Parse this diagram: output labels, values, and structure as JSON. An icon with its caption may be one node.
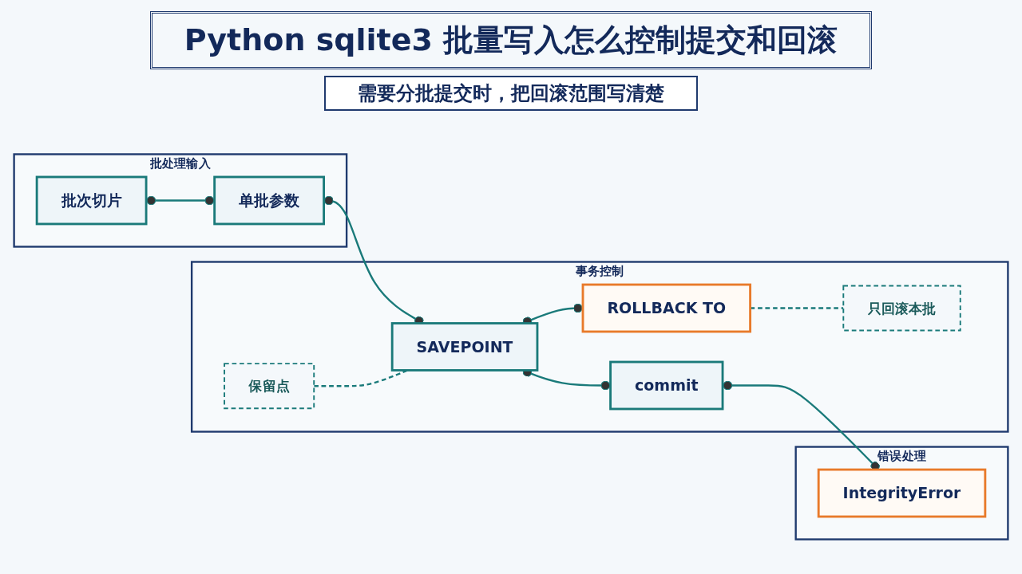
{
  "diagram": {
    "title": "Python sqlite3 批量写入怎么控制提交和回滚",
    "nodes": [
      {
        "text": [
          "批处理输入"
        ]
      },
      {
        "text": [
          "批次切片"
        ],
        "in": 0
      },
      {
        "text": [
          "单批参数"
        ],
        "in": 0
      },
      {
        "text": [
          "事务控制"
        ]
      },
      {
        "text": [
          "保留点"
        ],
        "in": 3
      },
      {
        "text": [
          "SAVEPOINT"
        ],
        "in": 3
      },
      {
        "text": [
          "ROLLBACK TO"
        ],
        "in": 3
      },
      {
        "text": [
          "commit"
        ],
        "in": 3
      },
      {
        "text": [
          "只回滚本批"
        ],
        "in": 3
      },
      {
        "text": [
          "错误处理"
        ]
      },
      {
        "text": [
          "IntegrityError"
        ],
        "in": 9
      }
    ],
    "edges": [
      {
        "from": 1,
        "to": 2,
        "arrow": "other"
      },
      {
        "from": 2,
        "to": 5,
        "arrow": "other"
      },
      {
        "from": 4,
        "to": 5,
        "arrow": "none",
        "style": "dashed"
      },
      {
        "from": 5,
        "to": 6,
        "arrow": "other"
      },
      {
        "from": 5,
        "to": 7,
        "arrow": "other"
      },
      {
        "from": 6,
        "to": 8,
        "arrow": "none",
        "style": "dashed"
      },
      {
        "from": 7,
        "to": 10,
        "arrow": "other"
      }
    ],
    "labels": [
      "需要分批提交时，把回滚范围写清楚"
    ]
  }
}
